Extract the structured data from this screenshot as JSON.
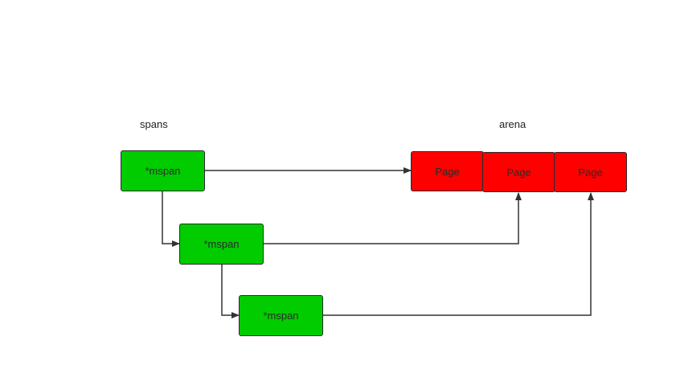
{
  "labels": {
    "spans": "spans",
    "arena": "arena"
  },
  "span_nodes": [
    "*mspan",
    "*mspan",
    "*mspan"
  ],
  "page_nodes": [
    "Page",
    "Page",
    "Page"
  ],
  "colors": {
    "span_fill": "#00cc00",
    "page_fill": "#ff0000",
    "stroke": "#2b2b2b",
    "arrow": "#333333"
  }
}
